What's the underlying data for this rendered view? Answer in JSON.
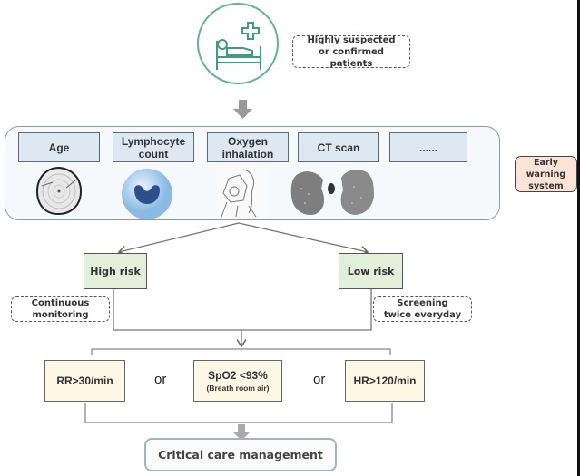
{
  "top": {
    "patient_icon": "patient-bed-icon",
    "label": "Highly suspected or confirmed patients"
  },
  "factors": [
    {
      "label": "Age",
      "image": "tree-rings-icon"
    },
    {
      "label": "Lymphocyte count",
      "image": "lymphocyte-cell-icon"
    },
    {
      "label": "Oxygen inhalation",
      "image": "oxygen-mask-icon"
    },
    {
      "label": "CT scan",
      "image": "lung-ct-icon"
    },
    {
      "label": "......",
      "image": ""
    }
  ],
  "early_warning": {
    "label": "Early warning system"
  },
  "branches": {
    "high": {
      "label": "High risk",
      "note": "Continuous monitoring"
    },
    "low": {
      "label": "Low risk",
      "note": "Screening twice everyday"
    }
  },
  "criteria": [
    {
      "label": "RR>30/min",
      "sub": ""
    },
    {
      "label": "SpO2 <93%",
      "sub": "(Breath room air)"
    },
    {
      "label": "HR>120/min",
      "sub": ""
    }
  ],
  "connector_word": "or",
  "outcome": {
    "label": "Critical care management"
  },
  "colors": {
    "accent_green": "#3e9e7c",
    "factor_fill": "#dde8f3",
    "risk_fill": "#e2efd9",
    "criteria_fill": "#fdf8e6",
    "warning_fill": "#fbe4d5",
    "arrow_gray": "#999999"
  }
}
